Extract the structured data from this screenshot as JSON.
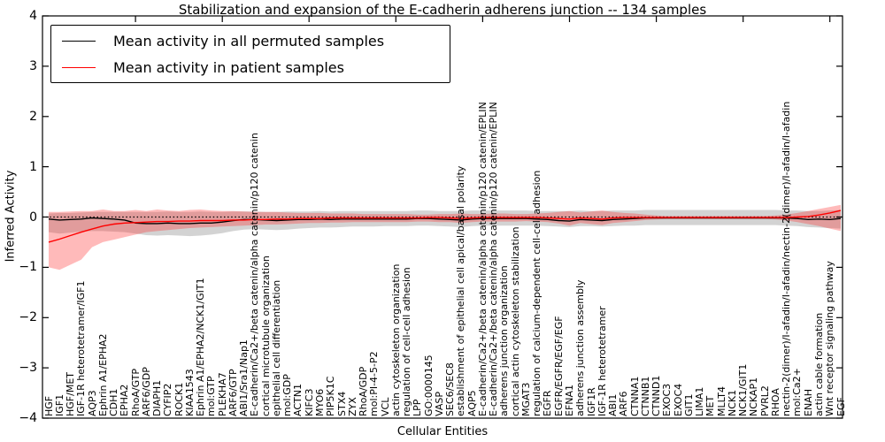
{
  "figure": {
    "title": "Stabilization and expansion of the E-cadherin adherens junction -- 134 samples",
    "xlabel": "Cellular Entities",
    "ylabel": "Inferred Activity"
  },
  "legend": {
    "entries": [
      {
        "label": "Mean activity in all permuted samples",
        "color": "#000000"
      },
      {
        "label": "Mean activity in patient samples",
        "color": "#ff0000"
      }
    ]
  },
  "colors": {
    "permuted_line": "#000000",
    "permuted_band": "rgba(128,128,128,0.35)",
    "patient_line": "#ff0000",
    "patient_band": "rgba(255,40,40,0.32)",
    "zero_line": "#000000",
    "spine": "#000000"
  },
  "chart_data": {
    "type": "line",
    "title": "Stabilization and expansion of the E-cadherin adherens junction -- 134 samples",
    "xlabel": "Cellular Entities",
    "ylabel": "Inferred Activity",
    "ylim": [
      -4,
      4
    ],
    "yticks": [
      4,
      3,
      2,
      1,
      0,
      -1,
      -2,
      -3,
      -4
    ],
    "grid": false,
    "zero_line_style": "dotted",
    "legend_position": "upper left",
    "categories": [
      "HGF",
      "IGF1",
      "HGF/MET",
      "IGF-1R heterotetramer/IGF1",
      "AQP3",
      "Ephrin A1/EPHA2",
      "CDH1",
      "EPHA2",
      "RhoA/GTP",
      "ARF6/GDP",
      "DIAPH1",
      "CYFIP2",
      "ROCK1",
      "KIAA1543",
      "Ephrin A1/EPHA2/NCK1/GIT1",
      "mol:GTP",
      "PLEKHA7",
      "ARF6/GTP",
      "ABI1/Sra1/Nap1",
      "E-cadherin/Ca2+/beta catenin/alpha catenin/p120 catenin",
      "cortical microtubule organization",
      "epithelial cell differentiation",
      "mol:GDP",
      "ACTN1",
      "KIFC3",
      "MYO6",
      "PIP5K1C",
      "STX4",
      "ZYX",
      "RhoA/GDP",
      "mol:PI-4-5-P2",
      "VCL",
      "actin cytoskeleton organization",
      "regulation of cell-cell adhesion",
      "LPP",
      "GO:0000145",
      "VASP",
      "SEC6/SEC8",
      "establishment of epithelial cell apical/basal polarity",
      "AQP5",
      "E-cadherin/Ca2+/beta catenin/alpha catenin/p120 catenin/EPLIN",
      "E-cadherin/Ca2+/beta catenin/alpha catenin/p120 catenin/EPLIN",
      "adherens junction organization",
      "cortical actin cytoskeleton stabilization",
      "MGAT3",
      "regulation of calcium-dependent cell-cell adhesion",
      "EGFR",
      "EGFR/EGFR/EGF/EGF",
      "EFNA1",
      "adherens junction assembly",
      "IGF1R",
      "IGF-1R heterotetramer",
      "ABI1",
      "ARF6",
      "CTNNA1",
      "CTNNB1",
      "CTNND1",
      "EXOC3",
      "EXOC4",
      "GIT1",
      "LIMA1",
      "MET",
      "MLLT4",
      "NCK1",
      "NCK1/GIT1",
      "NCKAP1",
      "PVRL2",
      "RHOA",
      "nectin-2(dimer)/I-afadin/I-afadin/nectin-2(dimer)/I-afadin/I-afadin",
      "mol:Ca2+",
      "ENAH",
      "actin cable formation",
      "Wnt receptor signaling pathway",
      "EGF"
    ],
    "series": [
      {
        "name": "Mean activity in all permuted samples",
        "color": "#000000",
        "band_color": "rgba(128,128,128,0.35)",
        "values": [
          -0.04,
          -0.06,
          -0.05,
          -0.04,
          -0.02,
          -0.03,
          -0.04,
          -0.06,
          -0.12,
          -0.13,
          -0.13,
          -0.12,
          -0.13,
          -0.13,
          -0.12,
          -0.12,
          -0.1,
          -0.07,
          -0.05,
          -0.05,
          -0.06,
          -0.07,
          -0.06,
          -0.05,
          -0.05,
          -0.04,
          -0.05,
          -0.04,
          -0.04,
          -0.04,
          -0.04,
          -0.04,
          -0.04,
          -0.04,
          -0.03,
          -0.03,
          -0.04,
          -0.05,
          -0.06,
          -0.04,
          -0.03,
          -0.03,
          -0.03,
          -0.03,
          -0.03,
          -0.04,
          -0.05,
          -0.07,
          -0.08,
          -0.05,
          -0.06,
          -0.07,
          -0.05,
          -0.04,
          -0.03,
          -0.02,
          -0.02,
          -0.02,
          -0.02,
          -0.02,
          -0.02,
          -0.02,
          -0.02,
          -0.02,
          -0.02,
          -0.02,
          -0.02,
          -0.02,
          -0.02,
          -0.03,
          -0.05,
          -0.04,
          -0.05,
          -0.03
        ],
        "band_upper": [
          0.07,
          0.08,
          0.08,
          0.09,
          0.1,
          0.1,
          0.1,
          0.1,
          0.1,
          0.1,
          0.1,
          0.11,
          0.1,
          0.1,
          0.11,
          0.1,
          0.1,
          0.11,
          0.11,
          0.11,
          0.1,
          0.1,
          0.11,
          0.11,
          0.11,
          0.12,
          0.11,
          0.12,
          0.12,
          0.12,
          0.12,
          0.12,
          0.12,
          0.12,
          0.13,
          0.13,
          0.12,
          0.12,
          0.12,
          0.13,
          0.13,
          0.13,
          0.13,
          0.13,
          0.13,
          0.12,
          0.12,
          0.12,
          0.12,
          0.13,
          0.12,
          0.12,
          0.13,
          0.13,
          0.13,
          0.14,
          0.14,
          0.14,
          0.14,
          0.14,
          0.14,
          0.14,
          0.14,
          0.14,
          0.14,
          0.14,
          0.14,
          0.14,
          0.13,
          0.13,
          0.12,
          0.12,
          0.13,
          0.14
        ],
        "band_lower": [
          -0.3,
          -0.33,
          -0.31,
          -0.29,
          -0.28,
          -0.28,
          -0.29,
          -0.3,
          -0.33,
          -0.36,
          -0.37,
          -0.36,
          -0.37,
          -0.38,
          -0.37,
          -0.35,
          -0.32,
          -0.28,
          -0.25,
          -0.24,
          -0.25,
          -0.26,
          -0.25,
          -0.23,
          -0.22,
          -0.21,
          -0.21,
          -0.2,
          -0.19,
          -0.19,
          -0.19,
          -0.18,
          -0.18,
          -0.18,
          -0.17,
          -0.17,
          -0.18,
          -0.19,
          -0.2,
          -0.18,
          -0.17,
          -0.17,
          -0.17,
          -0.17,
          -0.17,
          -0.17,
          -0.18,
          -0.19,
          -0.2,
          -0.18,
          -0.18,
          -0.19,
          -0.18,
          -0.17,
          -0.17,
          -0.16,
          -0.16,
          -0.16,
          -0.16,
          -0.16,
          -0.16,
          -0.16,
          -0.16,
          -0.16,
          -0.16,
          -0.16,
          -0.16,
          -0.16,
          -0.17,
          -0.18,
          -0.2,
          -0.21,
          -0.22,
          -0.23
        ]
      },
      {
        "name": "Mean activity in patient samples",
        "color": "#ff0000",
        "band_color": "rgba(255,40,40,0.32)",
        "values": [
          -0.5,
          -0.44,
          -0.37,
          -0.3,
          -0.24,
          -0.18,
          -0.14,
          -0.12,
          -0.11,
          -0.1,
          -0.09,
          -0.09,
          -0.08,
          -0.08,
          -0.07,
          -0.07,
          -0.07,
          -0.06,
          -0.06,
          -0.05,
          -0.05,
          -0.04,
          -0.04,
          -0.03,
          -0.03,
          -0.03,
          -0.02,
          -0.02,
          -0.02,
          -0.02,
          -0.02,
          -0.02,
          -0.02,
          -0.02,
          -0.02,
          -0.01,
          -0.01,
          -0.02,
          -0.03,
          -0.02,
          -0.01,
          -0.01,
          -0.01,
          -0.01,
          -0.01,
          -0.01,
          -0.02,
          -0.03,
          -0.04,
          -0.02,
          -0.03,
          -0.04,
          -0.02,
          -0.01,
          -0.01,
          -0.01,
          -0.01,
          -0.01,
          -0.01,
          -0.01,
          -0.01,
          -0.01,
          -0.01,
          -0.01,
          -0.01,
          -0.01,
          -0.01,
          -0.01,
          -0.01,
          0.0,
          0.01,
          0.04,
          0.08,
          0.13
        ],
        "band_upper": [
          0.1,
          0.1,
          0.11,
          0.12,
          0.12,
          0.15,
          0.12,
          0.12,
          0.14,
          0.12,
          0.15,
          0.13,
          0.12,
          0.14,
          0.15,
          0.13,
          0.12,
          0.12,
          0.11,
          0.1,
          0.1,
          0.1,
          0.09,
          0.08,
          0.08,
          0.08,
          0.07,
          0.07,
          0.07,
          0.06,
          0.06,
          0.06,
          0.06,
          0.06,
          0.05,
          0.05,
          0.06,
          0.06,
          0.07,
          0.06,
          0.06,
          0.07,
          0.07,
          0.06,
          0.06,
          0.07,
          0.08,
          0.1,
          0.12,
          0.09,
          0.11,
          0.13,
          0.1,
          0.08,
          0.07,
          0.05,
          0.03,
          0.02,
          0.02,
          0.02,
          0.02,
          0.02,
          0.02,
          0.02,
          0.02,
          0.02,
          0.02,
          0.03,
          0.05,
          0.08,
          0.12,
          0.16,
          0.2,
          0.24
        ],
        "band_lower": [
          -1.0,
          -1.05,
          -0.95,
          -0.85,
          -0.6,
          -0.5,
          -0.45,
          -0.4,
          -0.35,
          -0.3,
          -0.28,
          -0.26,
          -0.24,
          -0.22,
          -0.21,
          -0.2,
          -0.19,
          -0.18,
          -0.17,
          -0.16,
          -0.15,
          -0.15,
          -0.14,
          -0.13,
          -0.12,
          -0.12,
          -0.11,
          -0.11,
          -0.1,
          -0.1,
          -0.1,
          -0.1,
          -0.1,
          -0.1,
          -0.09,
          -0.09,
          -0.1,
          -0.1,
          -0.12,
          -0.1,
          -0.09,
          -0.09,
          -0.09,
          -0.09,
          -0.08,
          -0.09,
          -0.1,
          -0.13,
          -0.17,
          -0.12,
          -0.14,
          -0.16,
          -0.12,
          -0.1,
          -0.08,
          -0.06,
          -0.05,
          -0.04,
          -0.04,
          -0.04,
          -0.04,
          -0.04,
          -0.04,
          -0.04,
          -0.04,
          -0.04,
          -0.04,
          -0.05,
          -0.07,
          -0.1,
          -0.14,
          -0.18,
          -0.23,
          -0.28
        ]
      }
    ]
  }
}
